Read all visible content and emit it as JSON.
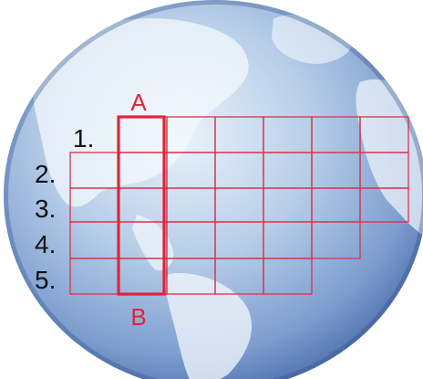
{
  "colors": {
    "grid_line": "#d9334a",
    "highlight": "#e0243a",
    "label_black": "#111111",
    "label_red": "#e0243a",
    "globe_light": "#d6e6f5",
    "globe_mid": "#8faed6",
    "globe_dark": "#3e5f9a",
    "land": "#ffffff"
  },
  "column_labels": {
    "top": "A",
    "bottom": "B"
  },
  "row_labels": [
    "1.",
    "2.",
    "3.",
    "4.",
    "5."
  ],
  "rows": [
    {
      "number": "1.",
      "cells": 6
    },
    {
      "number": "2.",
      "cells": 7
    },
    {
      "number": "3.",
      "cells": 7
    },
    {
      "number": "4.",
      "cells": 6
    },
    {
      "number": "5.",
      "cells": 5
    }
  ]
}
